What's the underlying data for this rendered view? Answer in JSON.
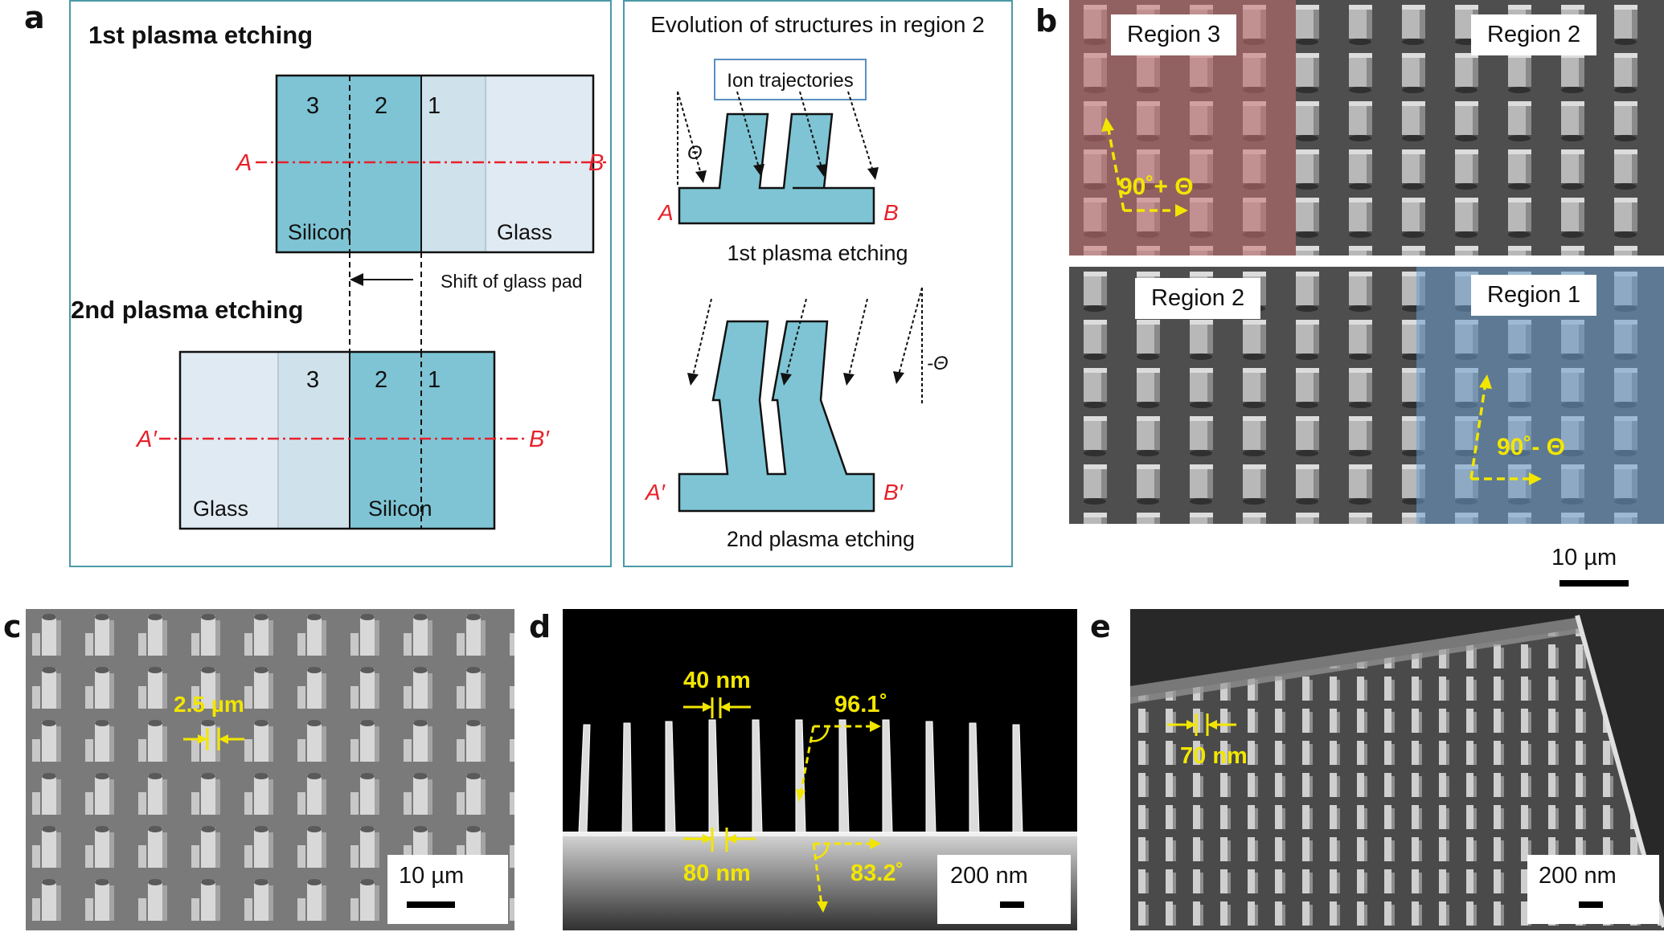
{
  "panel_labels": {
    "a": "a",
    "b": "b",
    "c": "c",
    "d": "d",
    "e": "e"
  },
  "panel_a_left": {
    "heading_1": "1st plasma etching",
    "heading_2": "2nd plasma etching",
    "shift_label": "Shift of glass pad",
    "top_regions": [
      "3",
      "2",
      "1"
    ],
    "bottom_regions": [
      "3",
      "2",
      "1"
    ],
    "top_silicon": "Silicon",
    "top_glass": "Glass",
    "bottom_glass": "Glass",
    "bottom_silicon": "Silicon",
    "point_a": "A",
    "point_b": "B",
    "point_a_prime": "A′",
    "point_b_prime": "B′"
  },
  "panel_a_right": {
    "heading": "Evolution of structures in region 2",
    "ion_label": "Ion trajectories",
    "theta": "Θ",
    "neg_theta": "-Θ",
    "caption_1": "1st plasma etching",
    "caption_2": "2nd plasma etching",
    "point_a": "A",
    "point_b": "B",
    "point_a_prime": "A′",
    "point_b_prime": "B′"
  },
  "panel_b": {
    "top_left_tag": "Region 3",
    "top_right_tag": "Region 2",
    "bottom_left_tag": "Region 2",
    "bottom_right_tag": "Region 1",
    "angle_top": "90˚+ Θ",
    "angle_bottom": "90˚- Θ",
    "scale": "10 µm"
  },
  "panel_c": {
    "pitch": "2.5 µm",
    "scale": "10 µm"
  },
  "panel_d": {
    "top_width": "40 nm",
    "bottom_width": "80 nm",
    "angle_top": "96.1˚",
    "angle_bottom": "83.2˚",
    "scale": "200 nm"
  },
  "panel_e": {
    "width": "70 nm",
    "scale": "200 nm"
  },
  "colors": {
    "frame": "#4a9aa6",
    "silicon": "#7ec4d4",
    "glass": "#e0eaf2",
    "axis": "#e8202a",
    "annotation": "#f2e600",
    "region3_tint": "#c97070",
    "region1_tint": "#6a9ccc"
  }
}
